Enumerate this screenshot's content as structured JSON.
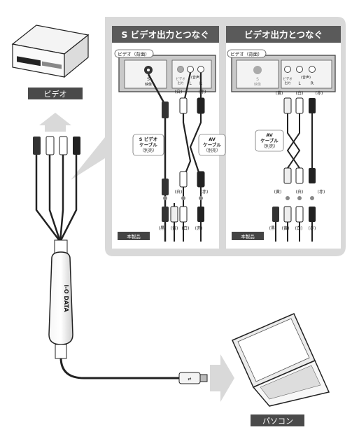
{
  "labels": {
    "video_device": "ビデオ",
    "pc": "パソコン",
    "brand": "I-O DATA"
  },
  "panels": [
    {
      "title": "S ビデオ出力とつなぐ",
      "back_label": "ビデオ（背面）",
      "s_port_label": "S\n映像",
      "out_label": "ビデオ\n出力",
      "audio_label": "(音声)",
      "L": "L",
      "R": "R",
      "cable1": "S ビデオ\nケーブル\n（別売）",
      "cable2": "AV\nケーブル\n（別売）",
      "product": "本製品",
      "colors_top": [
        "(白)",
        "(赤)"
      ],
      "colors_mid": [
        "(白)",
        "(赤)"
      ],
      "colors_bottom": [
        "(黒)",
        "(黄)",
        "(白)",
        "(赤)"
      ]
    },
    {
      "title": "ビデオ出力とつなぐ",
      "back_label": "ビデオ（背面）",
      "s_port_label": "S\n映像",
      "out_label": "ビデオ\n出力",
      "audio_label": "(音声)",
      "L": "L",
      "R": "R",
      "cable1": "AV\nケーブル\n（別売）",
      "product": "本製品",
      "colors_top": [
        "(黄)",
        "(白)",
        "(赤)"
      ],
      "colors_mid": [
        "(黄)",
        "(白)",
        "(赤)"
      ],
      "colors_bottom": [
        "(黒)",
        "(黄)",
        "(白)",
        "(赤)"
      ]
    }
  ],
  "colors": {
    "panel_bg": "#d9d9d9",
    "title_bg": "#5a5a5a",
    "arrow": "#d9d9d9",
    "label_bg": "#4a4a4a"
  }
}
